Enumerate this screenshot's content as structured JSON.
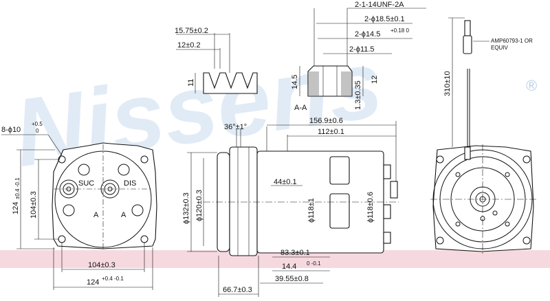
{
  "brand": {
    "watermark": "Nissens",
    "registered_mark": "®",
    "band_color": "#f6d9df",
    "watermark_color": "#c9dcef"
  },
  "labels": {
    "suc": "SUC",
    "dis": "DIS",
    "section_a_left": "A",
    "section_a_right": "A",
    "section_view": "A-A",
    "connector_line1": "AMP60793-1 OR",
    "connector_line2": "EQUIV"
  },
  "dims": {
    "mount_holes": "8-ϕ10",
    "mount_holes_tol_upper": "+0.5",
    "mount_holes_tol_lower": "0",
    "height_124": "124",
    "height_124_tol": "±0.4 -0.1",
    "height_104": "104±0.3",
    "width_104": "104±0.3",
    "width_124": "124",
    "width_124_tol": "+0.4 -0.1",
    "angle": "36°±1°",
    "diam_132": "ϕ132±0.3",
    "diam_120": "ϕ120±0.3",
    "len_156": "156.9±0.6",
    "len_112": "112±0.1",
    "len_44": "44±0.1",
    "diam_118a": "ϕ118±1",
    "diam_118b": "ϕ118±0.6",
    "len_83": "83.3±0.1",
    "len_14_4": "14.4",
    "len_14_4_tol": "0 -0.1",
    "len_39": "39.55±0.8",
    "len_66": "66.7±0.3",
    "groove_15": "15.75±0.2",
    "groove_12": "12±0.2",
    "groove_11": "11",
    "thread": "2-1-14UNF-2A",
    "sec_18": "2-ϕ18.5±0.1",
    "sec_14": "2-ϕ14.5",
    "sec_14_tol": "+0.18 0",
    "sec_11": "2-ϕ11.5",
    "sec_14_5": "14.5",
    "sec_12": "12",
    "sec_1_3": "1.3±0.35",
    "cable_310": "310±10"
  }
}
